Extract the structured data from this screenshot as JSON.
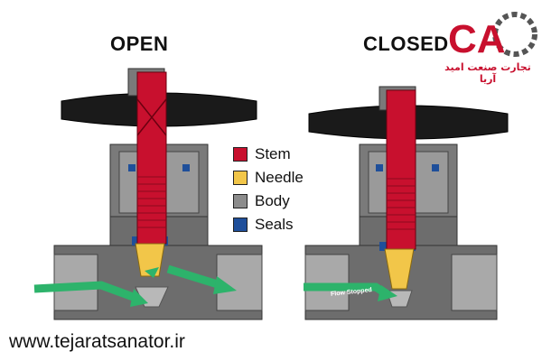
{
  "titles": {
    "open": "OPEN",
    "closed": "CLOSED"
  },
  "legend": [
    {
      "label": "Stem",
      "color": "#c8102e"
    },
    {
      "label": "Needle",
      "color": "#f2c649"
    },
    {
      "label": "Body",
      "color": "#8c8c8c"
    },
    {
      "label": "Seals",
      "color": "#1f4f9a"
    }
  ],
  "flow_tag": "Flow Stopped",
  "logo": {
    "letters": "CA",
    "caption": "تجارت صنعت امید آریا"
  },
  "website": "www.tejaratsanator.ir"
}
